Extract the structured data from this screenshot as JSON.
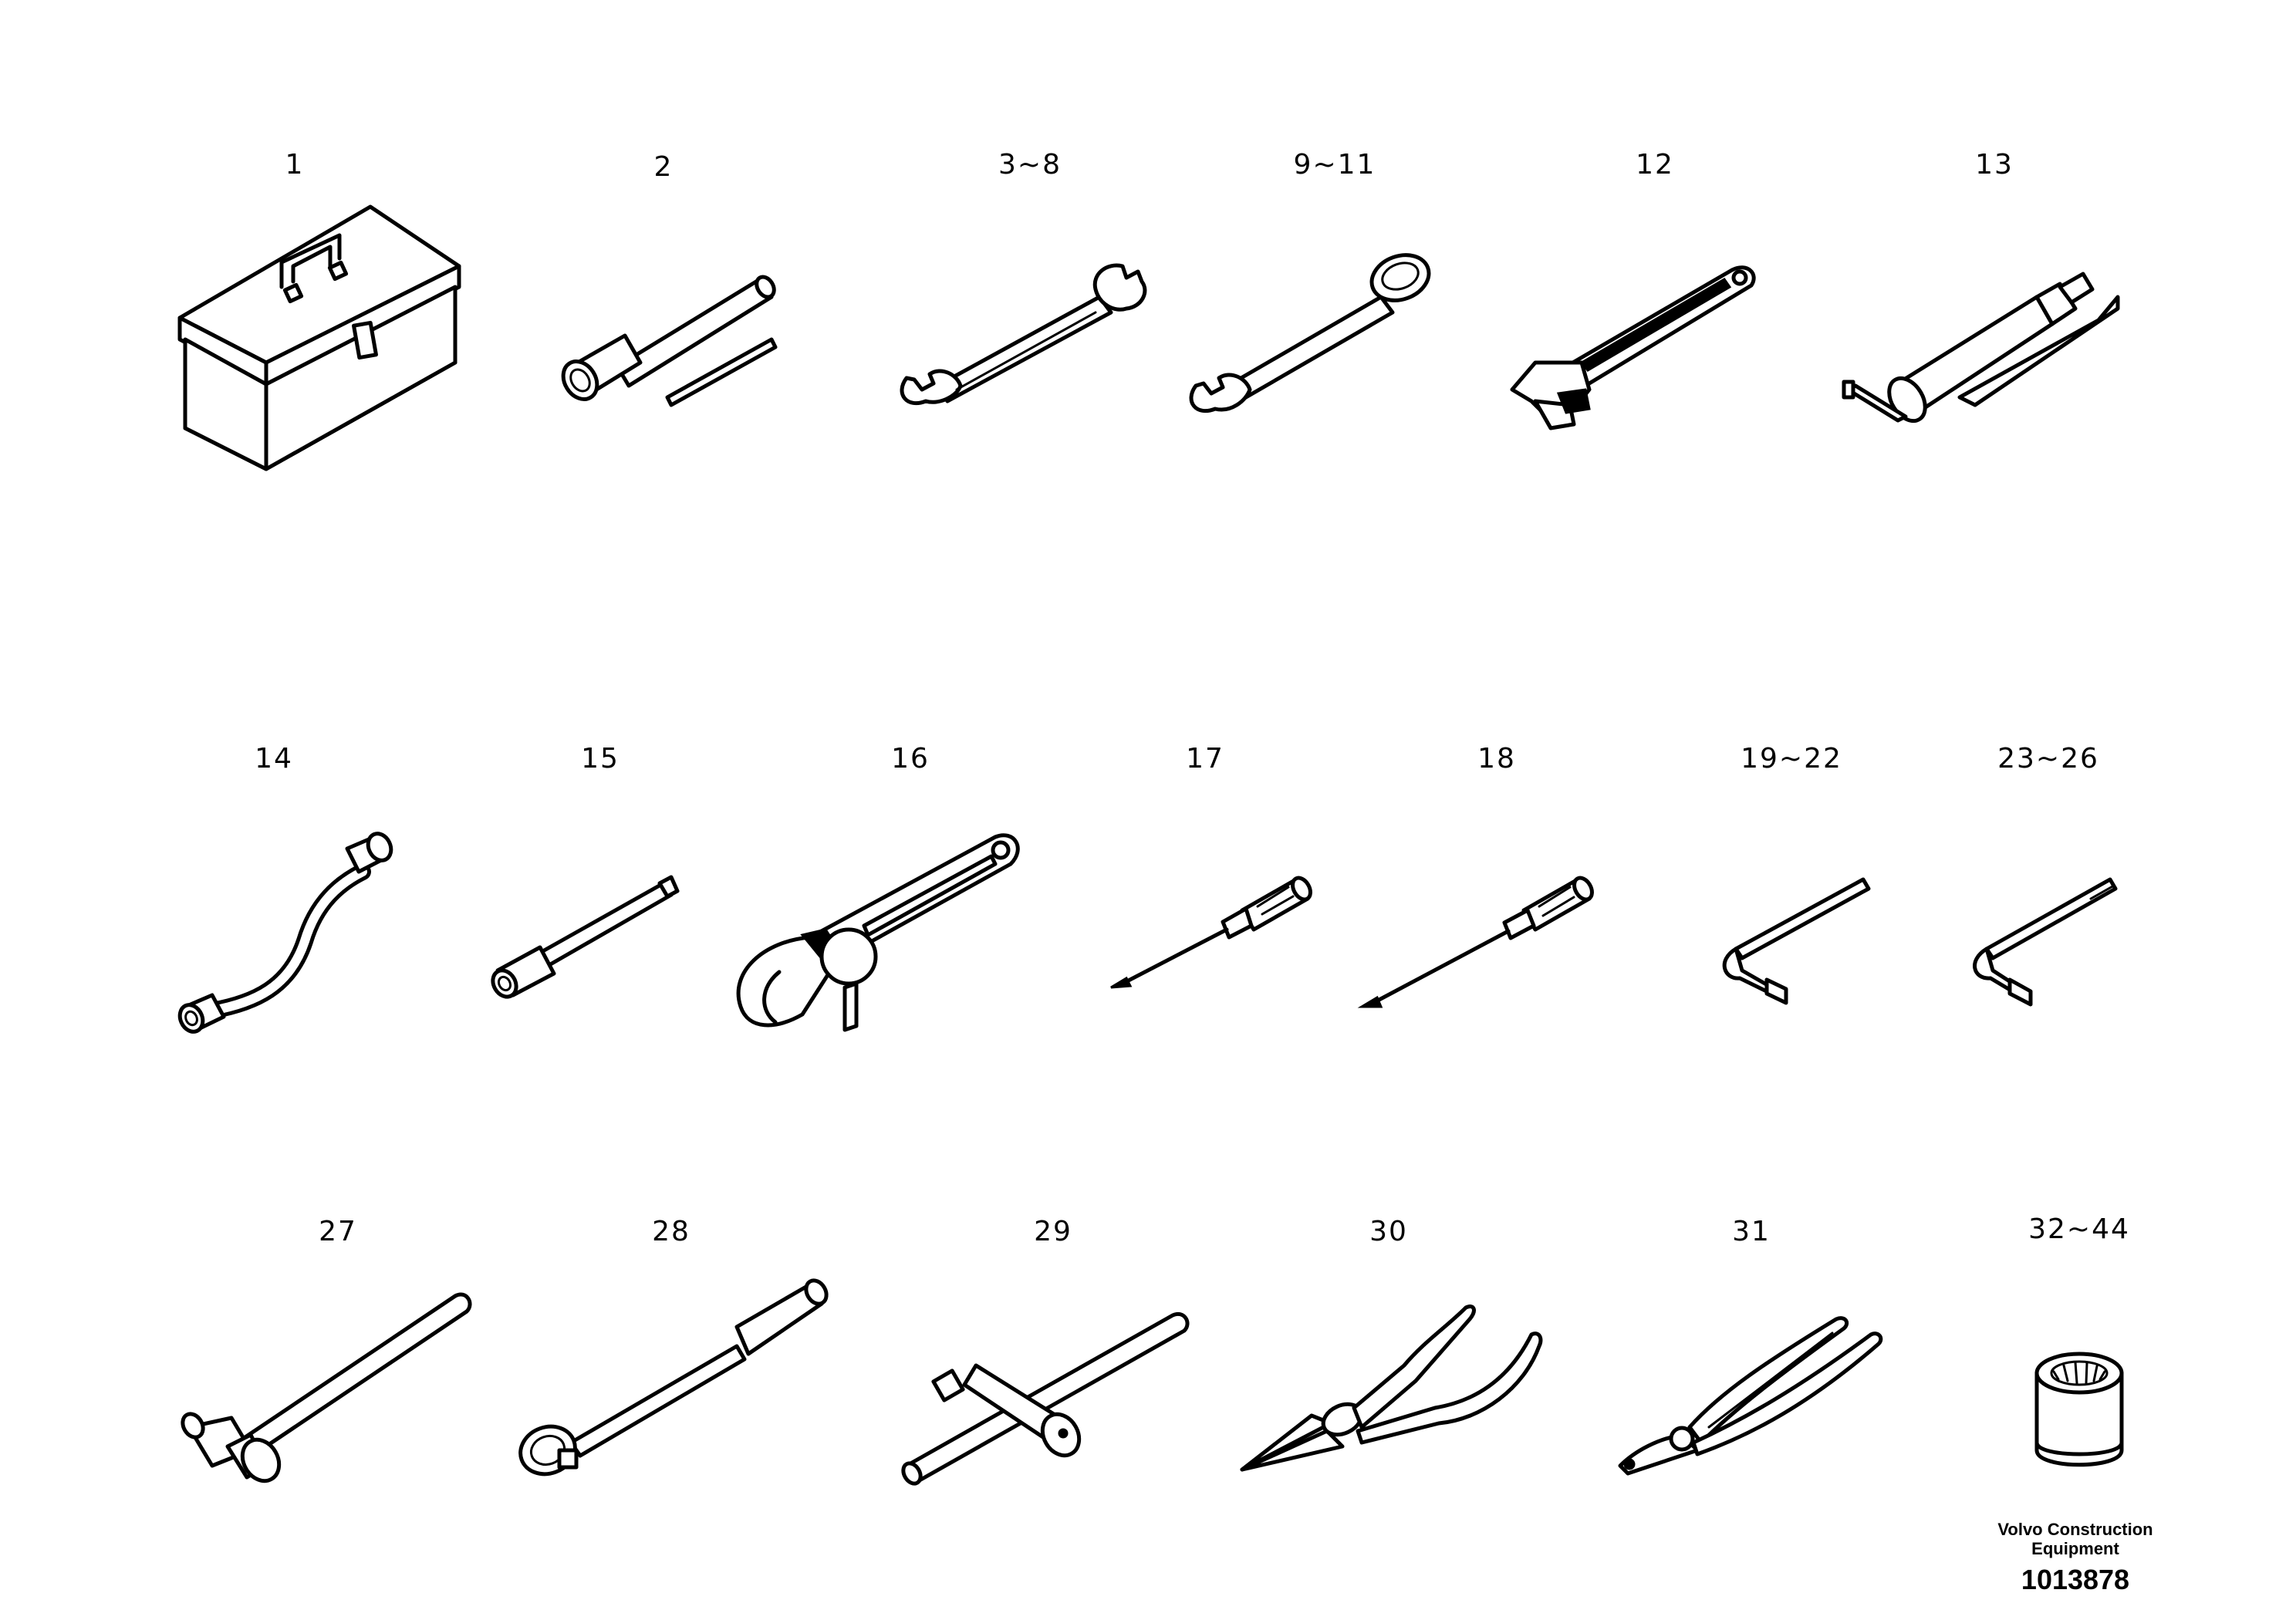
{
  "labels": {
    "l1": "1",
    "l2": "2",
    "l3": "3~8",
    "l9": "9~11",
    "l12": "12",
    "l13": "13",
    "l14": "14",
    "l15": "15",
    "l16": "16",
    "l17": "17",
    "l18": "18",
    "l19": "19~22",
    "l23": "23~26",
    "l27": "27",
    "l28": "28",
    "l29": "29",
    "l30": "30",
    "l31": "31",
    "l32": "32~44"
  },
  "brand": {
    "line1": "Volvo Construction",
    "line2": "Equipment",
    "ref": "1013878"
  },
  "icons": {
    "l1": "toolbox-icon",
    "l2": "box-spanner-icon",
    "l3": "open-end-wrench-icon",
    "l9": "combination-wrench-icon",
    "l12": "adjustable-wrench-icon",
    "l13": "grease-gun-icon",
    "l14": "offset-wrench-icon",
    "l15": "extension-bar-icon",
    "l16": "filter-wrench-icon",
    "l17": "phillips-screwdriver-icon",
    "l18": "flat-screwdriver-icon",
    "l19": "hex-key-icon",
    "l23": "torx-key-icon",
    "l27": "hammer-icon",
    "l28": "ratchet-handle-icon",
    "l29": "t-handle-icon",
    "l30": "needle-nose-pliers-icon",
    "l31": "slip-joint-pliers-icon",
    "l32": "socket-icon"
  }
}
